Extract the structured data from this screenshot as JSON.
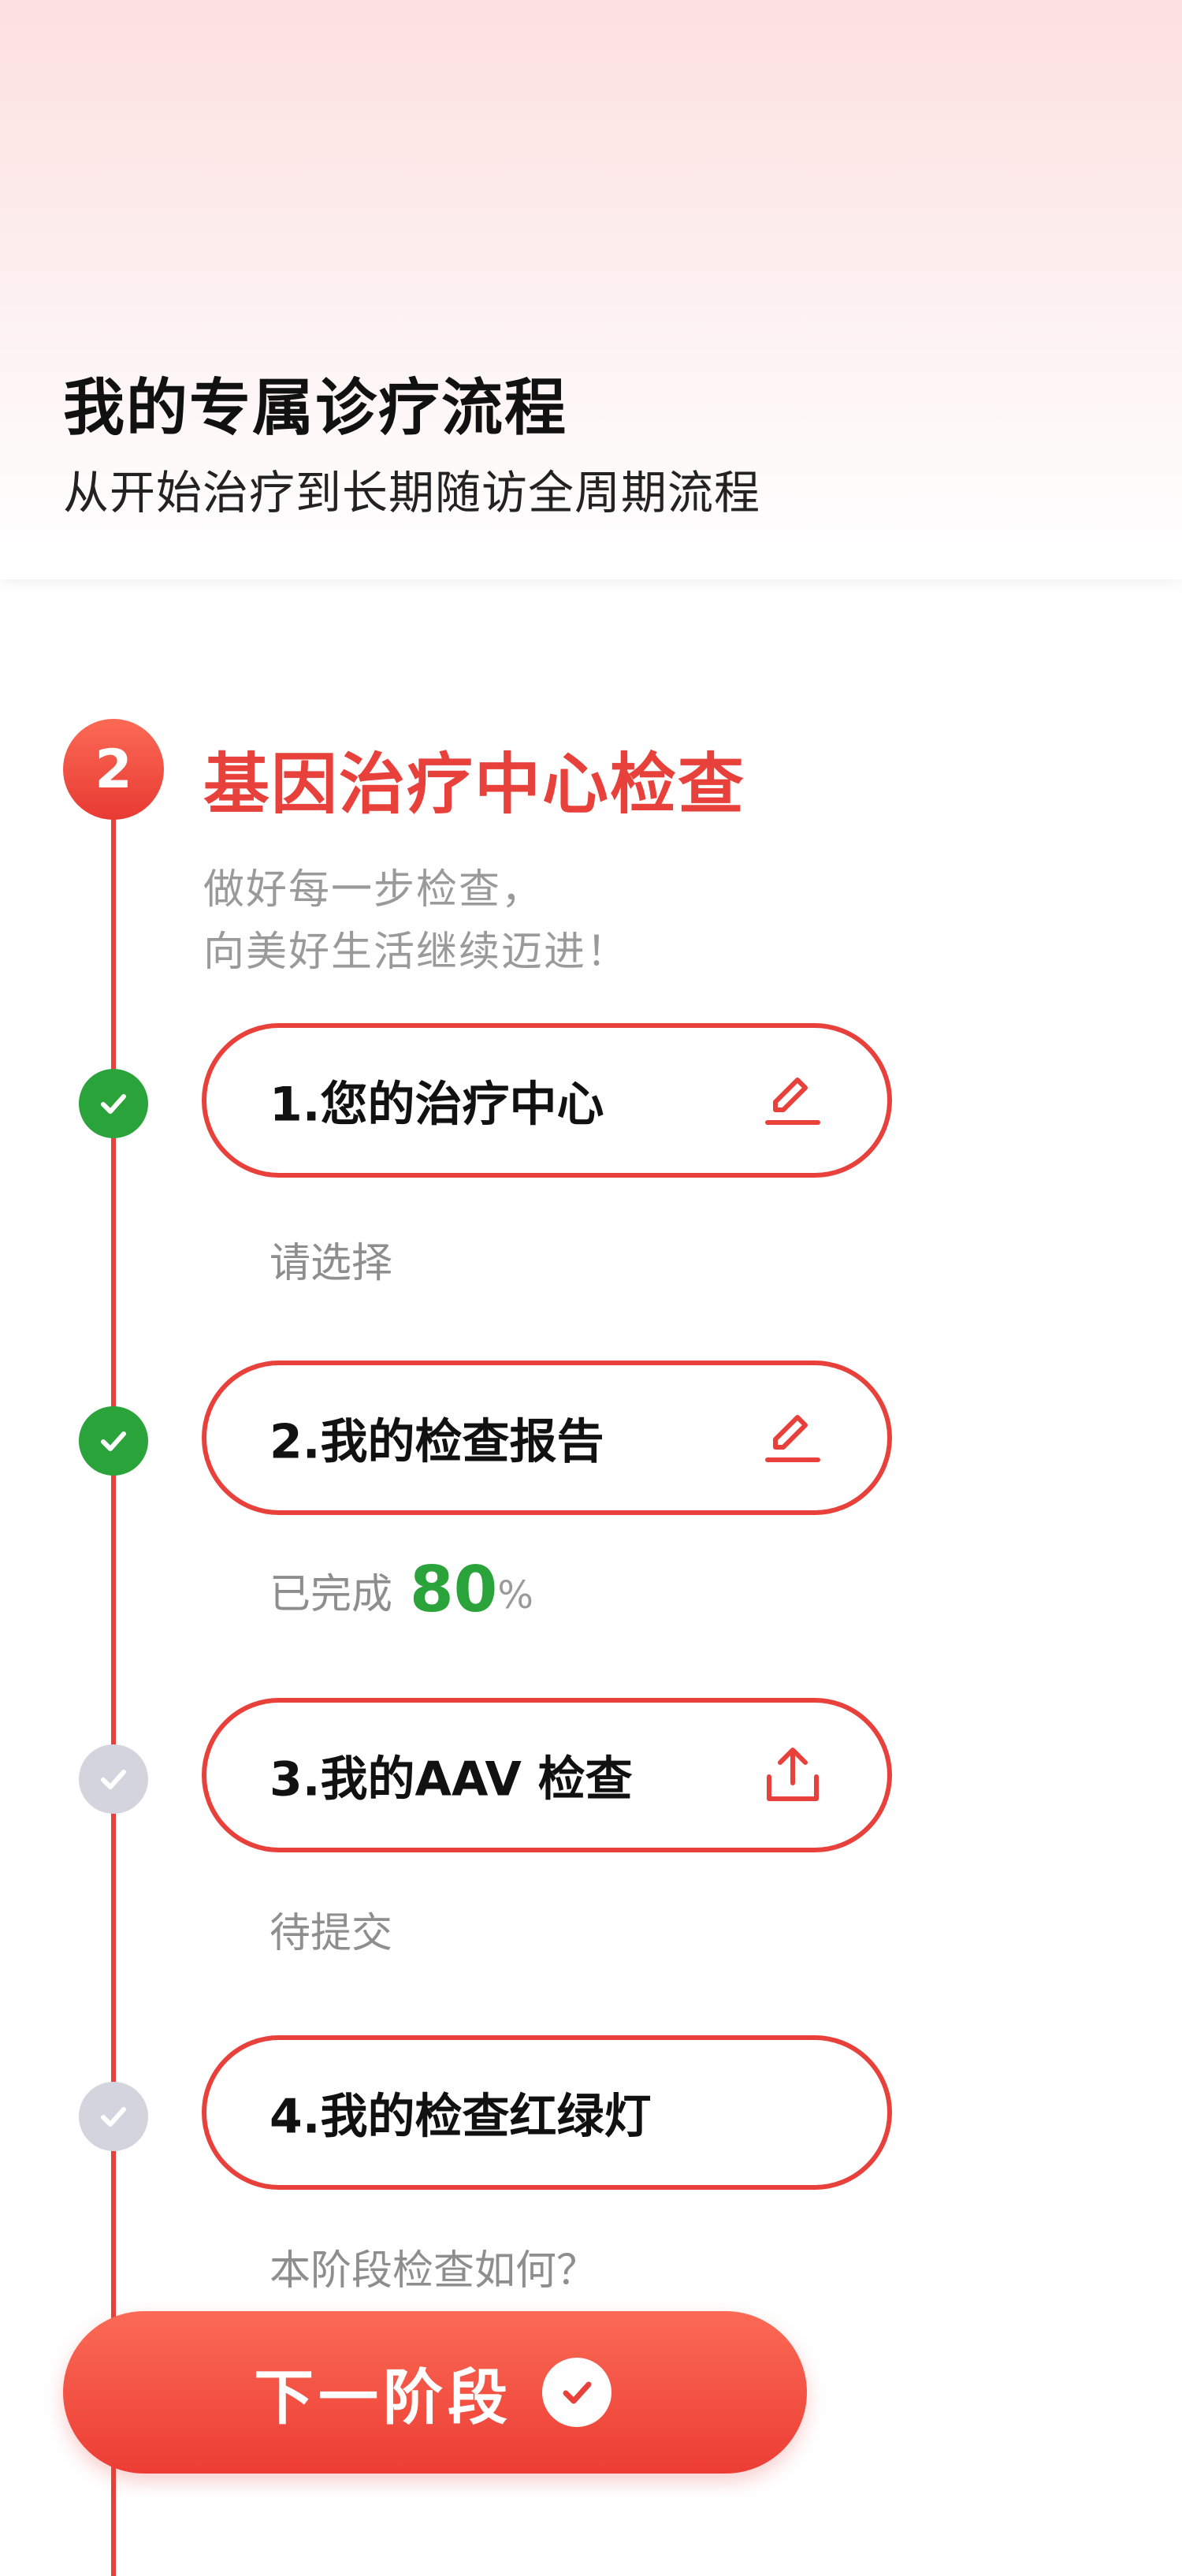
{
  "header": {
    "title": "我的专属诊疗流程",
    "subtitle": "从开始治疗到长期随访全周期流程"
  },
  "stage": {
    "number": "2",
    "title": "基因治疗中心检查",
    "desc_line1": "做好每一步检查，",
    "desc_line2": "向美好生活继续迈进！"
  },
  "steps": [
    {
      "label": "1.您的治疗中心",
      "status": "请选择",
      "done": true,
      "action_icon": "edit-icon"
    },
    {
      "label": "2.我的检查报告",
      "status": "已完成",
      "progress": "80",
      "progress_unit": "%",
      "done": true,
      "action_icon": "edit-icon"
    },
    {
      "label": "3.我的AAV 检查",
      "status": "待提交",
      "done": false,
      "action_icon": "upload-icon"
    },
    {
      "label": "4.我的检查红绿灯",
      "status": "本阶段检查如何？",
      "done": false
    }
  ],
  "next_button": {
    "label": "下一阶段",
    "icon": "check-circle-icon"
  },
  "colors": {
    "accent": "#e8413b",
    "success": "#2aa43a",
    "pending": "#d4d4de"
  }
}
